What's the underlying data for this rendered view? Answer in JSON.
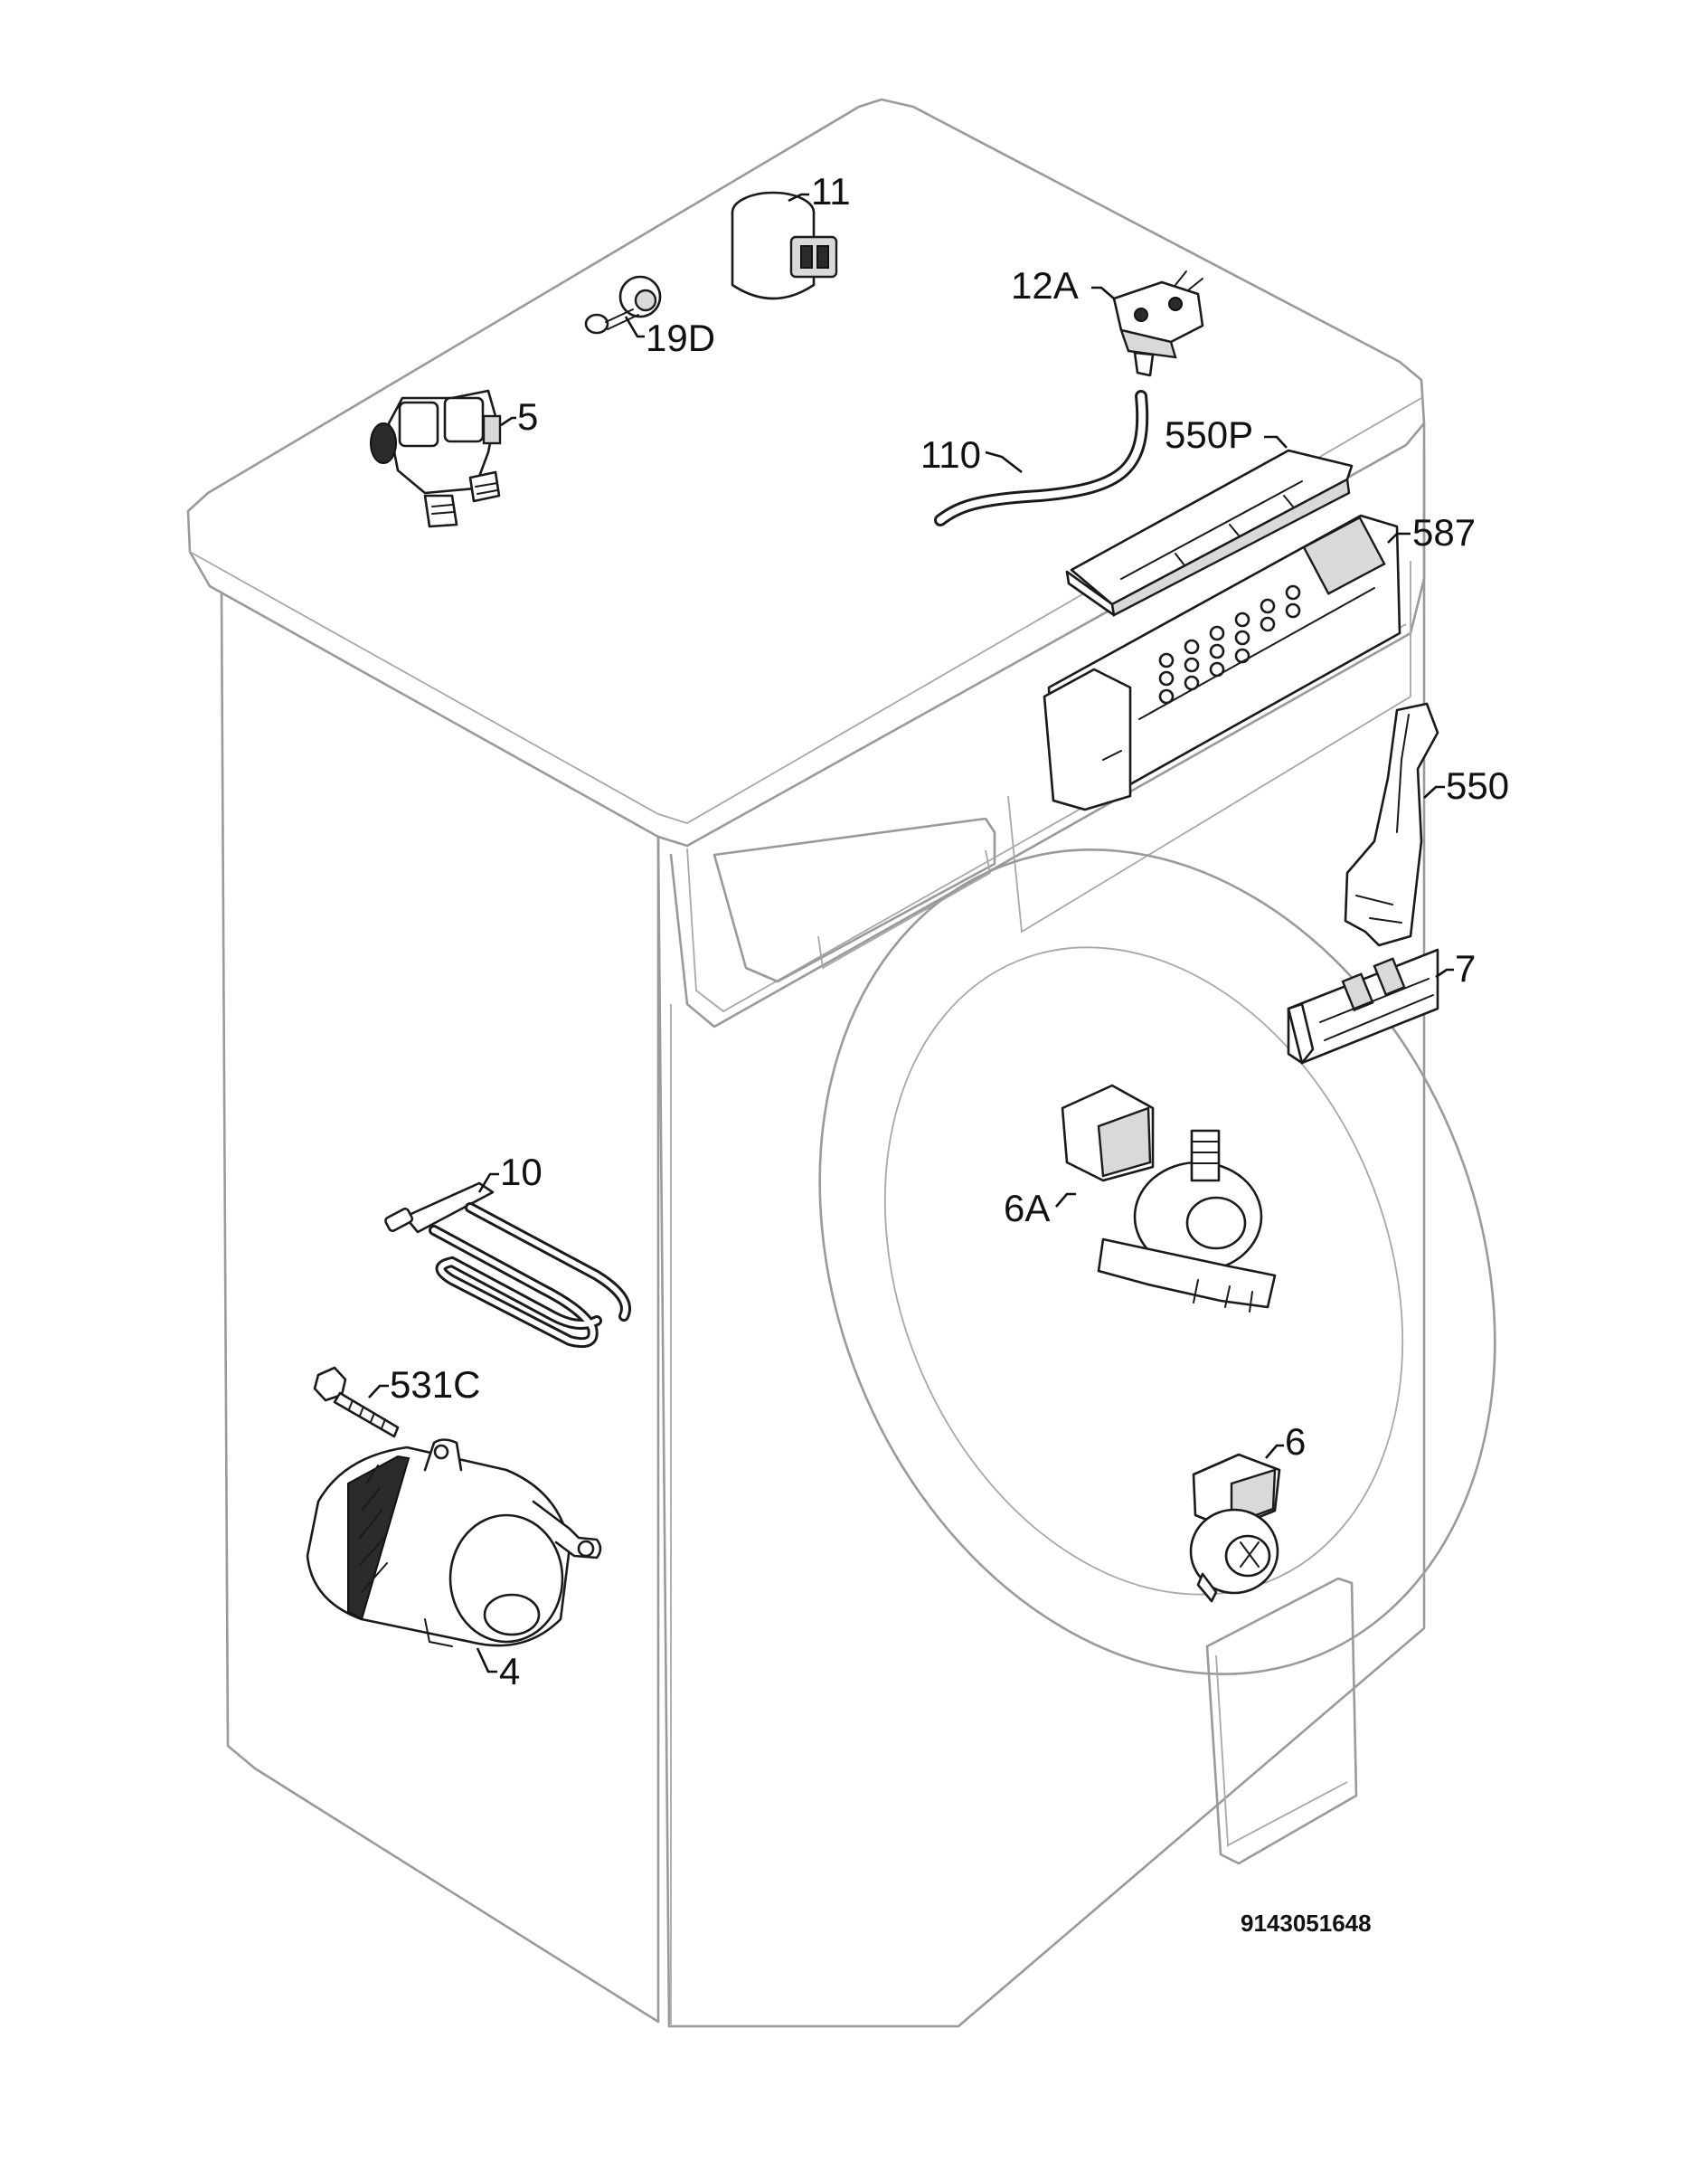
{
  "diagram": {
    "document_code": "9143051648",
    "callouts": {
      "p11": "11",
      "p12a": "12A",
      "p19d": "19D",
      "p5": "5",
      "p110": "110",
      "p550p": "550P",
      "p587": "587",
      "p550": "550",
      "p7": "7",
      "p10": "10",
      "p6a": "6A",
      "p531c": "531C",
      "p6": "6",
      "p4": "4"
    }
  }
}
